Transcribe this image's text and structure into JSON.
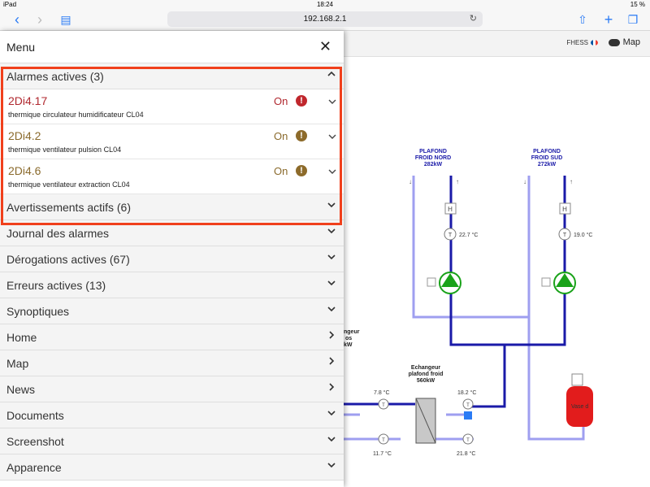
{
  "status_bar": {
    "device": "iPad",
    "time": "18:24",
    "battery": "15 %"
  },
  "browser": {
    "url": "192.168.2.1"
  },
  "header": {
    "user": "FHESS",
    "map_label": "Map"
  },
  "menu": {
    "title": "Menu",
    "active_alarms": {
      "label": "Alarmes actives (3)",
      "items": [
        {
          "code": "2Di4.17",
          "description": "thermique circulateur humidificateur CL04",
          "state": "On",
          "color": "#b0282f",
          "icon_color": "#c0272d"
        },
        {
          "code": "2Di4.2",
          "description": "thermique ventilateur pulsion CL04",
          "state": "On",
          "color": "#8a6a2c",
          "icon_color": "#8d6b2b"
        },
        {
          "code": "2Di4.6",
          "description": "thermique ventilateur extraction CL04",
          "state": "On",
          "color": "#8a6a2c",
          "icon_color": "#8d6b2b"
        }
      ]
    },
    "sections": [
      {
        "label": "Avertissements actifs (6)",
        "arrow": "down"
      },
      {
        "label": "Journal des alarmes",
        "arrow": "down"
      },
      {
        "label": "Dérogations actives (67)",
        "arrow": "down"
      },
      {
        "label": "Erreurs actives (13)",
        "arrow": "down"
      },
      {
        "label": "Synoptiques",
        "arrow": "down"
      },
      {
        "label": "Home",
        "arrow": "right"
      },
      {
        "label": "Map",
        "arrow": "right"
      },
      {
        "label": "News",
        "arrow": "right"
      },
      {
        "label": "Documents",
        "arrow": "down"
      },
      {
        "label": "Screenshot",
        "arrow": "down"
      },
      {
        "label": "Apparence",
        "arrow": "down"
      }
    ]
  },
  "synoptic": {
    "nord_title": "PLAFOND\nFROID NORD\n282kW",
    "sud_title": "PLAFOND\nFROID SUD\n272kW",
    "nord_temp": "22.7 °C",
    "sud_temp": "19.0 °C",
    "exchanger_label": "Echangeur\nplafond froid\n560kW",
    "t_top_left": "7.8 °C",
    "t_top_right": "18.2 °C",
    "t_bottom_left": "11.7 °C",
    "t_bottom_right": "21.8 °C",
    "vessel_label": "Vase d",
    "partial_label": "ngeur\nos\nkW",
    "colors": {
      "dark_pipe": "#1a1aa8",
      "light_pipe": "#9f9ff0",
      "pump": "#19a219",
      "vessel": "#e21c1c"
    }
  }
}
